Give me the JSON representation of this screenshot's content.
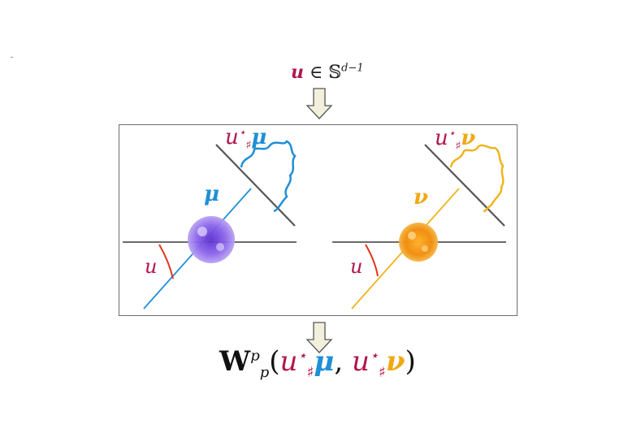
{
  "top_equation": {
    "var": "u",
    "in": " ∈ 𝕊",
    "sup": "d−1"
  },
  "panel_left": {
    "proj_u": "u",
    "proj_star": "⋆",
    "proj_sharp": "♯",
    "proj_measure": "μ",
    "measure_label": "μ",
    "angle_label": "u"
  },
  "panel_right": {
    "proj_u": "u",
    "proj_star": "⋆",
    "proj_sharp": "♯",
    "proj_measure": "ν",
    "measure_label": "ν",
    "angle_label": "u"
  },
  "bottom_equation": {
    "W": "W",
    "sup": "p",
    "sub": "p",
    "open": "(",
    "u1": "u",
    "star1": "⋆",
    "sharp1": "♯",
    "mu": "μ",
    "comma": ", ",
    "u2": "u",
    "star2": "⋆",
    "sharp2": "♯",
    "nu": "ν",
    "close": ")"
  },
  "colors": {
    "u_color": "#b0174a",
    "mu_color": "#1f8fd6",
    "nu_color": "#f0a814",
    "mu_blob": "#7b4fe0",
    "nu_blob": "#f29a10",
    "arrow_fill": "#f2f0dc"
  }
}
